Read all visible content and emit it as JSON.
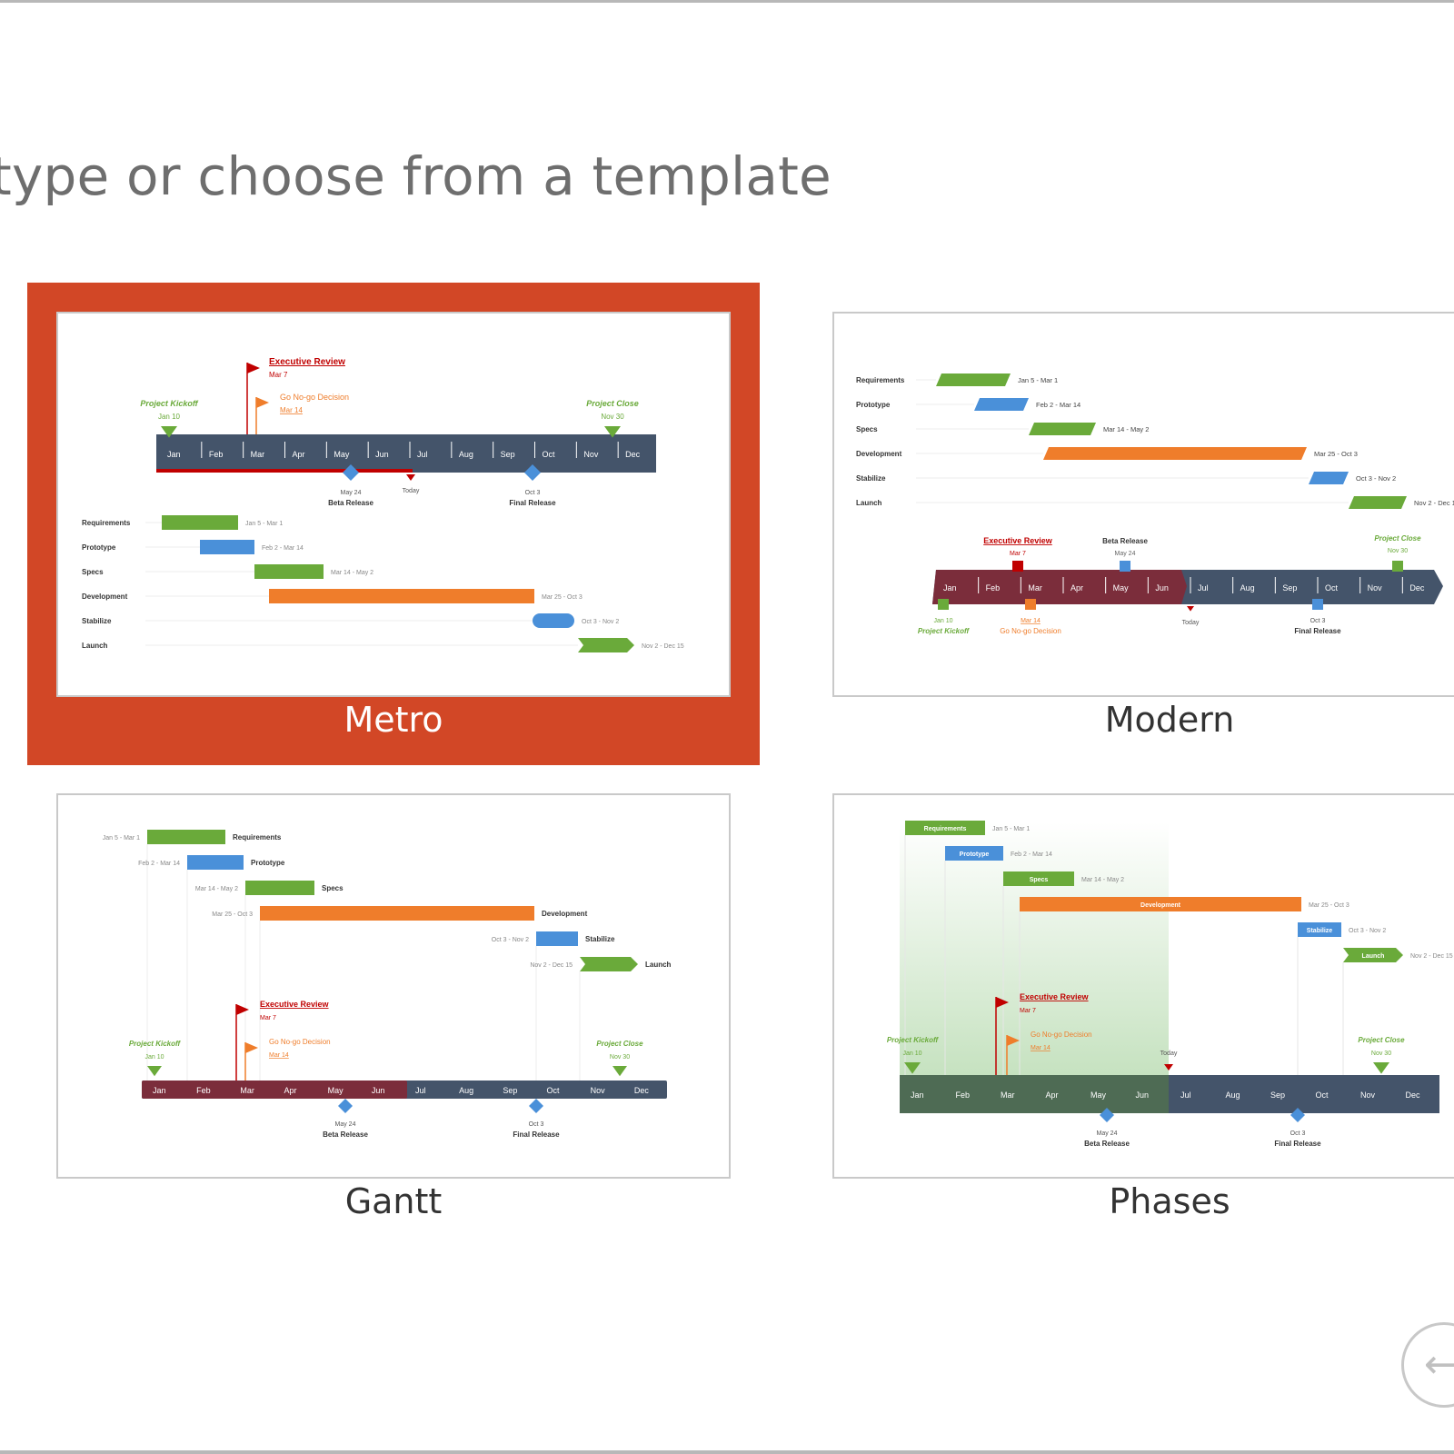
{
  "heading": "type or choose from a template",
  "months": [
    "Jan",
    "Feb",
    "Mar",
    "Apr",
    "May",
    "Jun",
    "Jul",
    "Aug",
    "Sep",
    "Oct",
    "Nov",
    "Dec"
  ],
  "tasks": [
    {
      "name": "Requirements",
      "range": "Jan 5 - Mar 1",
      "color": "#6aaa3a"
    },
    {
      "name": "Prototype",
      "range": "Feb 2 - Mar 14",
      "color": "#4a90d9"
    },
    {
      "name": "Specs",
      "range": "Mar 14 - May 2",
      "color": "#6aaa3a"
    },
    {
      "name": "Development",
      "range": "Mar 25 - Oct 3",
      "color": "#ef7d2b"
    },
    {
      "name": "Stabilize",
      "range": "Oct 3 - Nov 2",
      "color": "#4a90d9"
    },
    {
      "name": "Launch",
      "range": "Nov 2 - Dec 15",
      "color": "#6aaa3a"
    }
  ],
  "milestones": {
    "executive_review": {
      "title": "Executive Review",
      "date": "Mar 7"
    },
    "go_no_go": {
      "title": "Go No-go Decision",
      "date": "Mar 14"
    },
    "project_kickoff": {
      "title": "Project Kickoff",
      "date": "Jan 10"
    },
    "project_close": {
      "title": "Project Close",
      "date": "Nov 30"
    },
    "beta_release": {
      "title": "Beta Release",
      "date": "May 24"
    },
    "final_release": {
      "title": "Final Release",
      "date": "Oct 3"
    },
    "today": "Today"
  },
  "templates": [
    {
      "id": "metro",
      "label": "Metro",
      "selected": true
    },
    {
      "id": "modern",
      "label": "Modern",
      "selected": false
    },
    {
      "id": "gantt",
      "label": "Gantt",
      "selected": false
    },
    {
      "id": "phases",
      "label": "Phases",
      "selected": false
    }
  ],
  "colors": {
    "accent": "#d24726",
    "timeline": "#44546a",
    "green": "#6aaa3a",
    "blue": "#4a90d9",
    "orange": "#ef7d2b",
    "red": "#c00000",
    "maroon": "#7b2d3b",
    "phase_green": "#4e6b54"
  },
  "icons": {
    "back": "back-arrow-icon"
  }
}
